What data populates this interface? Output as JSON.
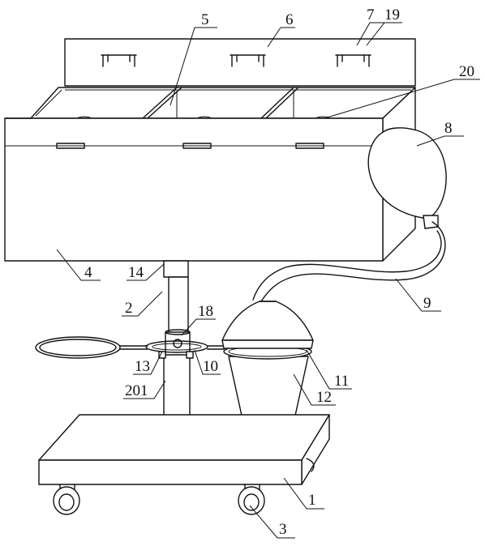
{
  "labels": {
    "l1": "1",
    "l2": "2",
    "l3": "3",
    "l4": "4",
    "l5": "5",
    "l6": "6",
    "l7": "7",
    "l8": "8",
    "l9": "9",
    "l10": "10",
    "l11": "11",
    "l12": "12",
    "l13": "13",
    "l14": "14",
    "l18": "18",
    "l19": "19",
    "l20": "20",
    "l201": "201"
  }
}
